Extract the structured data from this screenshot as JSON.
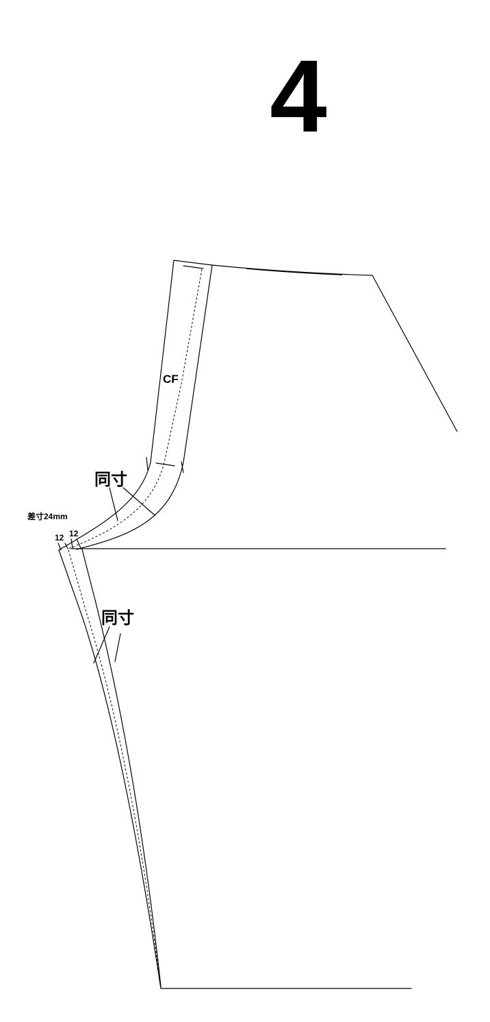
{
  "step_number": "4",
  "labels": {
    "center_front": "CF",
    "same_size_top": "同寸",
    "same_size_bottom": "同寸",
    "difference": "差寸24mm",
    "seam_left": "12",
    "seam_right": "12"
  }
}
